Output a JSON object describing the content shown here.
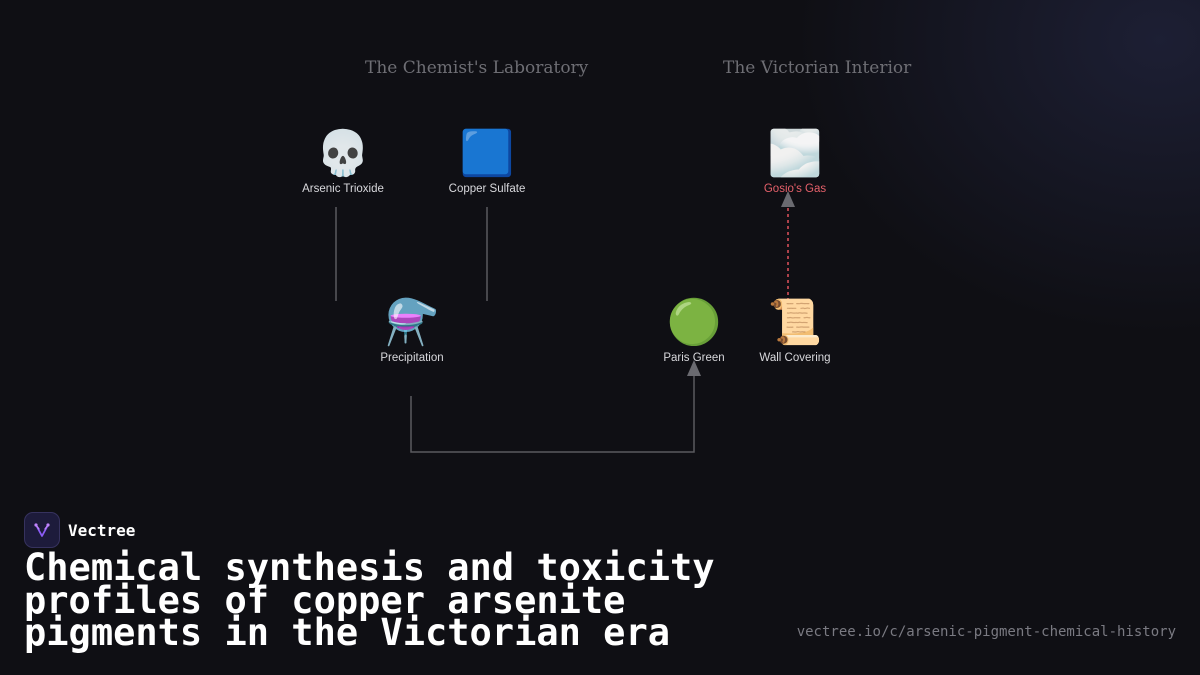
{
  "sections": {
    "laboratory": "The Chemist's Laboratory",
    "interior": "The Victorian Interior"
  },
  "nodes": {
    "arsenic_trioxide": {
      "label": "Arsenic Trioxide",
      "icon": "💀",
      "icon_name": "skull-icon"
    },
    "copper_sulfate": {
      "label": "Copper Sulfate",
      "icon": "🟦",
      "icon_name": "blue-square-icon"
    },
    "precipitation": {
      "label": "Precipitation",
      "icon": "⚗️",
      "icon_name": "alembic-icon"
    },
    "paris_green": {
      "label": "Paris Green",
      "icon": "🟢",
      "icon_name": "green-circle-icon"
    },
    "wall_covering": {
      "label": "Wall Covering",
      "icon": "📜",
      "icon_name": "scroll-icon"
    },
    "gosios_gas": {
      "label": "Gosio's Gas",
      "icon": "🌫️",
      "icon_name": "fog-icon"
    }
  },
  "edges": [
    {
      "from": "Arsenic Trioxide",
      "to": "Precipitation",
      "style": "solid"
    },
    {
      "from": "Copper Sulfate",
      "to": "Precipitation",
      "style": "solid"
    },
    {
      "from": "Precipitation",
      "to": "Paris Green",
      "style": "solid"
    },
    {
      "from": "Wall Covering",
      "to": "Gosio's Gas",
      "style": "dashed"
    }
  ],
  "colors": {
    "background": "#0f0f14",
    "edge": "#5a5a5f",
    "alert_edge": "#e0525c",
    "alert_label": "#e4606a"
  },
  "brand": {
    "name": "Vectree",
    "logo_icon": "vectree-logo-icon"
  },
  "headline": "Chemical synthesis and toxicity profiles of copper arsenite pigments in the Victorian era",
  "url": "vectree.io/c/arsenic-pigment-chemical-history"
}
